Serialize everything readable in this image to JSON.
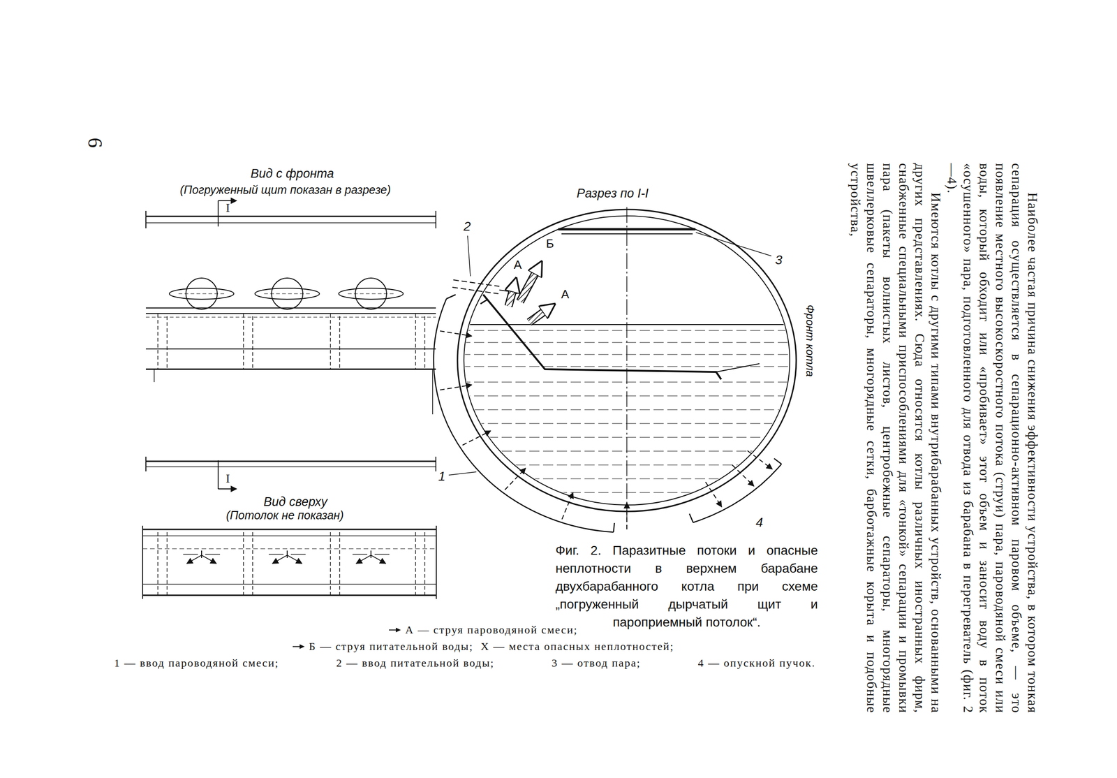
{
  "diagram": {
    "caption": "Фиг. 2. Паразитные потоки и опасные неплотности в верхнем барабане двухбарабанного котла при схеме „погруженный дырчатый щит и пароприемный потолок“.",
    "labels": [
      "6",
      "Вид с фронта",
      "(Погруженный щит показан в разрезе)",
      "I",
      "I",
      "Вид сверху",
      "(Потолок не показан)",
      "Разрез по I-I",
      "3",
      "Фронт котла",
      "2",
      "А",
      "Б",
      "А",
      "1",
      "4",
      "Наиболее частая причина снижения эффективности устройства, в котором тонкая сепарация осуществляется в сепарационно-активном паровом объеме, — это появление местного высокоскоростного потока (струи) пара, пароводяной смеси или воды, который обходит или «пробивает» этот объем и заносит воду в поток «осушенного» пара, подготовленного для отвода из барабана в перегреватель (фиг. 2—4).",
      "Имеются котлы с другими типами внутрибарабанных устройств, основанными на других представлениях. Сюда относятся котлы различных иностранных фирм, снабженные специальными приспособлениями для «тонкой» сепарации и промывки пара (пакеты волнистых листов, центробежные сепараторы, многорядные швеллерковые сепараторы, многорядные сетки, барботажные корыта и подобные устройства,",
      "Х — места опасных неплотностей;",
      "1 — ввод пароводяной смеси;",
      "2 — ввод питательной воды;",
      "3 — отвод пара;",
      "4 — опускной пучок."
    ],
    "legend": [
      {
        "text": "А — струя пароводяной смеси;"
      },
      {
        "text": "Б — струя питательной воды;"
      }
    ]
  }
}
